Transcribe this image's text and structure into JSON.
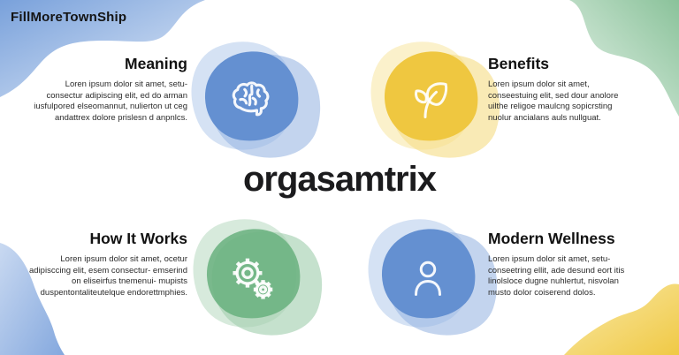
{
  "brand": "FillMoreTownShip",
  "title": "orgasamtrix",
  "sections": [
    {
      "id": "meaning",
      "heading": "Meaning",
      "body": "Loren ipsum dolor sit amet, setu-consectur adipiscing elit, ed do arman iusfulpored elseomannut, nulierton ut ceg andattrex dolore prislesn d anpnlcs.",
      "icon": "brain-icon",
      "blob_color": "blue",
      "text_align": "right"
    },
    {
      "id": "benefits",
      "heading": "Benefits",
      "body": "Loren ipsum dolor sit amet, conseestuing elit, sed dour anolore uilthe religoe maulcng sopicrsting nuolur ancialans auls nullguat.",
      "icon": "leaf-icon",
      "blob_color": "yellow",
      "text_align": "left"
    },
    {
      "id": "how-it-works",
      "heading": "How It Works",
      "body": "Loren ipsum dolor sit amet, ocetur adipisccing elit, esem consectur- emserind on eliseirfus tnemenui- mupists duspentontaliteutelque endorettmphies.",
      "icon": "gears-icon",
      "blob_color": "green",
      "text_align": "right"
    },
    {
      "id": "modern-wellness",
      "heading": "Modern Wellness",
      "body": "Loren ipsum dolor sit amet, setu- conseetring ellit, ade desund eort itis linolsloce dugne nuhlertut, nisvolan musto dolor coiserend dolos.",
      "icon": "person-icon",
      "blob_color": "blue",
      "text_align": "left"
    }
  ],
  "colors": {
    "background": "#ffffff",
    "text_dark": "#1b1b1d",
    "text_body": "#2b2b2b",
    "blob_blue": "#6490d1",
    "blob_blue_light": "#a9c2e7",
    "blob_yellow": "#efc740",
    "blob_yellow_light": "#f6e08c",
    "blob_green": "#74b487",
    "blob_green_light": "#a9d2b3",
    "corner_blue_top_left": "#7ea5dd",
    "corner_green_top_right": "#8ec49c",
    "corner_blue_bottom_left": "#84a8de",
    "corner_yellow_bottom_right": "#f1ca47"
  }
}
